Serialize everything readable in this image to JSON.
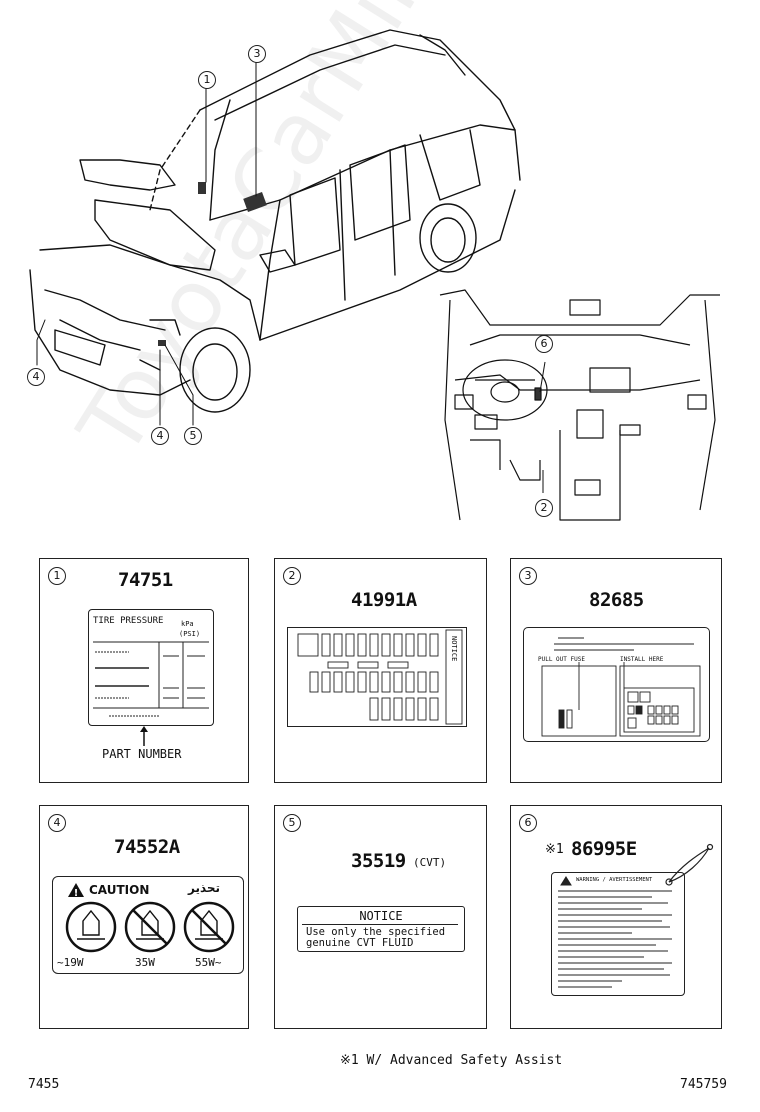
{
  "callouts": {
    "c1": "1",
    "c2": "2",
    "c3": "3",
    "c4a": "4",
    "c4b": "4",
    "c5": "5",
    "c6": "6"
  },
  "panels": [
    {
      "num": "1",
      "part": "74751",
      "label_title": "TIRE PRESSURE",
      "unit_a": "kPa",
      "unit_b": "(PSI)",
      "arrow_label": "PART NUMBER"
    },
    {
      "num": "2",
      "part": "41991A",
      "side_text": "NOTICE"
    },
    {
      "num": "3",
      "part": "82685",
      "left_text": "PULL OUT FUSE",
      "right_text": "INSTALL HERE"
    },
    {
      "num": "4",
      "part": "74552A",
      "caution": "CAUTION",
      "arabic": "تحذير",
      "watt_a": "~19W",
      "watt_b": "35W",
      "watt_c": "55W~"
    },
    {
      "num": "5",
      "part": "35519",
      "part_suffix": "(CVT)",
      "notice_title": "NOTICE",
      "notice_line1": "Use only the specified",
      "notice_line2": "genuine CVT FLUID"
    },
    {
      "num": "6",
      "part": "86995E",
      "prefix": "※1",
      "tag_title": "WARNING / AVERTISSEMENT"
    }
  ],
  "footnote": "※1 W/ Advanced Safety Assist",
  "footer_left": "7455",
  "footer_right": "745759",
  "watermark": "ToyotaCarMine.ru"
}
